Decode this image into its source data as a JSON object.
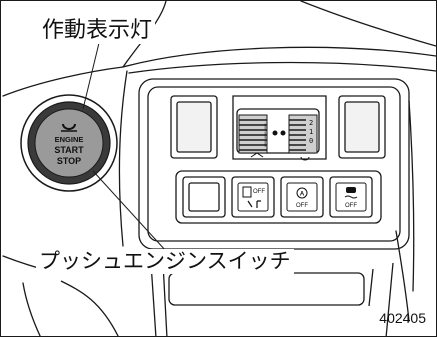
{
  "callouts": {
    "indicator_label": "作動表示灯",
    "button_label": "プッシュエンジンスイッチ"
  },
  "start_button": {
    "line1": "ENGINE",
    "line2": "START",
    "line3": "STOP"
  },
  "switch_panel": {
    "left_wheel_marks": [
      "|",
      "|",
      "|"
    ],
    "right_wheel_marks": [
      "2",
      "1",
      "0"
    ],
    "buttons": [
      {
        "icon": "parking-sensor-off-icon",
        "text": "OFF"
      },
      {
        "icon": "eyesight-off-icon",
        "text": "OFF"
      },
      {
        "icon": "vdc-off-icon",
        "text": "OFF"
      }
    ]
  },
  "figure_code": "402405",
  "colors": {
    "line": "#1a1a1a",
    "button_face": "#9a9a9a",
    "button_ring": "#3a3a3a"
  }
}
